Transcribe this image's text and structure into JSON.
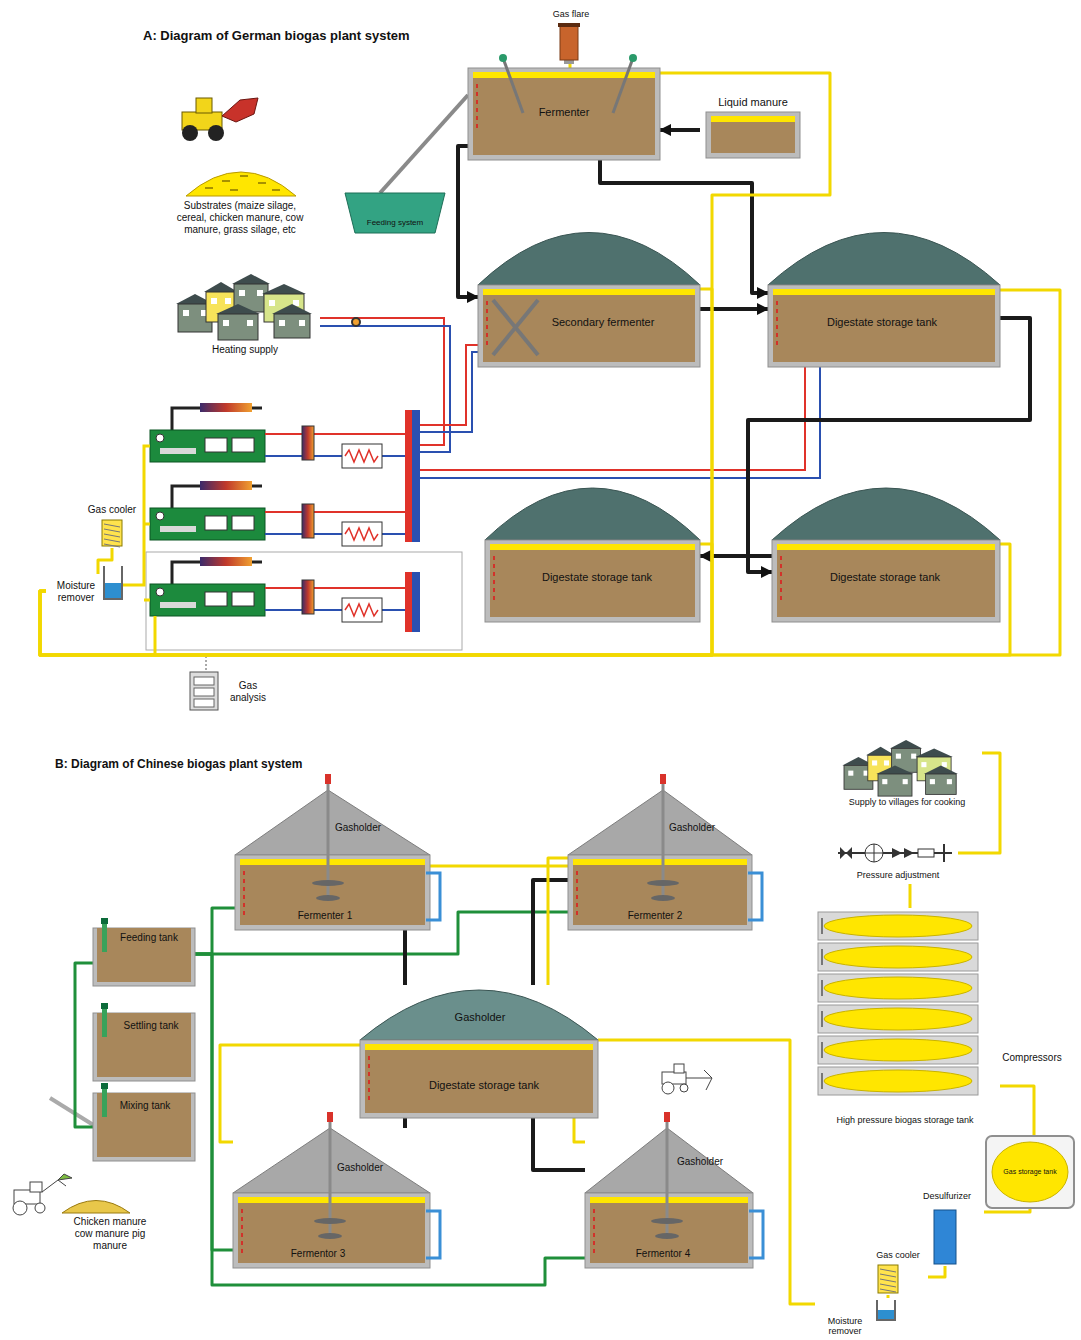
{
  "diagram": {
    "title": "A: Diagram of German biogas plant system",
    "nodes": [
      {
        "text": [
          "Gas flare"
        ]
      },
      {
        "text": [
          "Fermenter"
        ]
      },
      {
        "text": [
          "Liquid manure"
        ]
      },
      {
        "text": [
          "Feeding system"
        ]
      },
      {
        "text": [
          "Heating supply"
        ]
      },
      {
        "text": [
          "Secondary fermenter"
        ]
      },
      {
        "text": [
          "Digestate storage tank"
        ]
      },
      {
        "text": [
          "Gas cooler"
        ]
      },
      {
        "text": [
          "Digestate storage tank"
        ]
      },
      {
        "text": [
          "Digestate storage tank"
        ]
      },
      {
        "text": [
          "Moisture remover"
        ]
      },
      {
        "text": [
          "Gas analysis"
        ]
      },
      {
        "text": [
          "Supply to villages for cooking"
        ]
      },
      {
        "text": [
          "Gasholder",
          "Fermenter 1"
        ]
      },
      {
        "text": [
          "Gasholder",
          "Fermenter 2"
        ]
      },
      {
        "text": [
          "Pressure adjustment"
        ]
      },
      {
        "text": [
          "Feeding tank"
        ]
      },
      {
        "text": [
          "High pressure biogas storage tank"
        ]
      },
      {
        "text": [
          "Gasholder",
          "Digestate storage tank"
        ]
      },
      {
        "text": [
          "Settling tank"
        ]
      },
      {
        "text": [
          "Mixing tank"
        ]
      },
      {
        "text": [
          "Gasholder",
          "Fermentor 3"
        ]
      },
      {
        "text": [
          "Gasholder",
          "Fermentor 4"
        ]
      },
      {
        "text": [
          "Gas storage tank"
        ]
      },
      {
        "text": [
          "Desulfurizer"
        ]
      },
      {
        "text": [
          "Gas cooler"
        ]
      },
      {
        "text": [
          "Moisture remover"
        ]
      }
    ],
    "edges": [
      {
        "from": 1,
        "to": 0,
        "arrow": "none"
      },
      {
        "from": 2,
        "to": 1,
        "arrow": "to"
      },
      {
        "from": 3,
        "to": 1,
        "arrow": "none"
      },
      {
        "from": 1,
        "to": 5,
        "arrow": "to"
      },
      {
        "from": 1,
        "to": 6,
        "arrow": "to"
      },
      {
        "from": 5,
        "to": 6,
        "arrow": "to"
      },
      {
        "from": 6,
        "to": 9,
        "arrow": "to"
      },
      {
        "from": 9,
        "to": 8,
        "arrow": "to"
      },
      {
        "from": 1,
        "to": 10,
        "arrow": "none"
      },
      {
        "from": 5,
        "to": 10,
        "arrow": "none"
      },
      {
        "from": 6,
        "to": 10,
        "arrow": "none"
      },
      {
        "from": 8,
        "to": 10,
        "arrow": "none"
      },
      {
        "from": 9,
        "to": 10,
        "arrow": "none"
      },
      {
        "from": 7,
        "to": 10,
        "arrow": "none"
      },
      {
        "from": 20,
        "to": 16,
        "arrow": "none"
      },
      {
        "from": 16,
        "to": 13,
        "arrow": "none"
      },
      {
        "from": 16,
        "to": 14,
        "arrow": "none"
      },
      {
        "from": 16,
        "to": 21,
        "arrow": "none"
      },
      {
        "from": 16,
        "to": 22,
        "arrow": "none"
      },
      {
        "from": 13,
        "to": 18,
        "arrow": "none"
      },
      {
        "from": 14,
        "to": 18,
        "arrow": "none"
      },
      {
        "from": 21,
        "to": 18,
        "arrow": "none"
      },
      {
        "from": 22,
        "to": 18,
        "arrow": "none"
      },
      {
        "from": 13,
        "to": 14,
        "arrow": "none"
      },
      {
        "from": 14,
        "to": 18,
        "arrow": "none"
      },
      {
        "from": 18,
        "to": 21,
        "arrow": "none"
      },
      {
        "from": 18,
        "to": 22,
        "arrow": "none"
      },
      {
        "from": 18,
        "to": 26,
        "arrow": "none"
      },
      {
        "from": 25,
        "to": 26,
        "arrow": "none"
      },
      {
        "from": 25,
        "to": 24,
        "arrow": "none"
      },
      {
        "from": 24,
        "to": 23,
        "arrow": "none"
      },
      {
        "from": 23,
        "to": 17,
        "arrow": "none"
      },
      {
        "from": 17,
        "to": 15,
        "arrow": "none"
      },
      {
        "from": 15,
        "to": 12,
        "arrow": "none"
      }
    ],
    "labels": [
      "B: Diagram of Chinese biogas plant system",
      "Substrates (maize silage, cereal, chicken manure, cow manure, grass silage, etc",
      "Compressors",
      "Chicken manure cow manure pig manure"
    ]
  }
}
